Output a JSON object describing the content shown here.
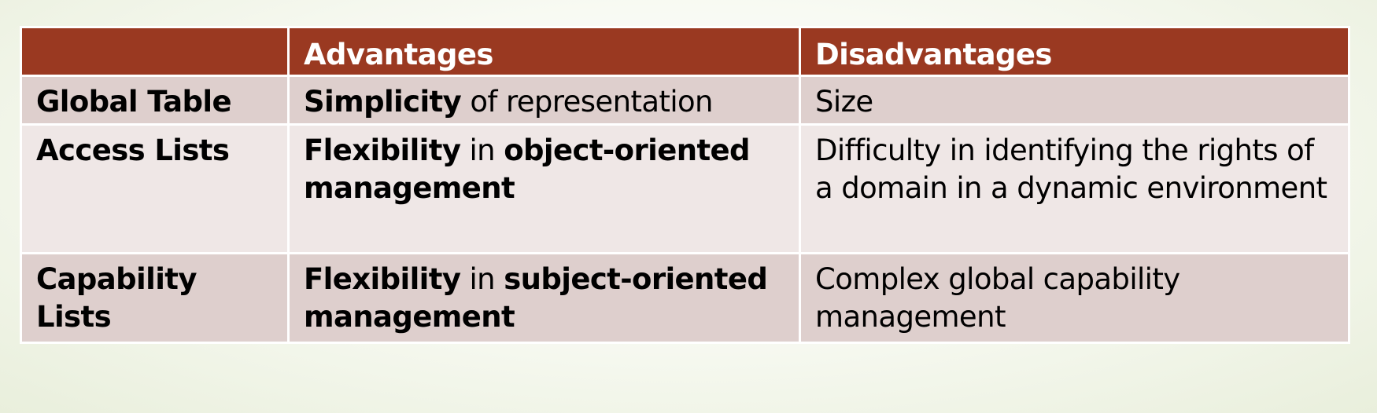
{
  "table": {
    "headers": [
      "",
      "Advantages",
      "Disadvantages"
    ],
    "rows": [
      {
        "label": "Global Table",
        "advantage": [
          {
            "text": "Simplicity",
            "bold": true
          },
          {
            "text": " of representation",
            "bold": false
          }
        ],
        "disadvantage": "Size"
      },
      {
        "label": "Access Lists",
        "advantage": [
          {
            "text": "Flexibility",
            "bold": true
          },
          {
            "text": " in ",
            "bold": false
          },
          {
            "text": "object-oriented management",
            "bold": true
          }
        ],
        "disadvantage": "Difficulty in identifying the rights of a domain in a dynamic environment"
      },
      {
        "label": "Capability Lists",
        "advantage": [
          {
            "text": "Flexibility",
            "bold": true
          },
          {
            "text": " in ",
            "bold": false
          },
          {
            "text": "subject-oriented management",
            "bold": true
          }
        ],
        "disadvantage": "Complex global capability management"
      }
    ]
  },
  "colors": {
    "header_bg": "#9a3921",
    "row_dark": "#decfcd",
    "row_light": "#efe7e6"
  }
}
